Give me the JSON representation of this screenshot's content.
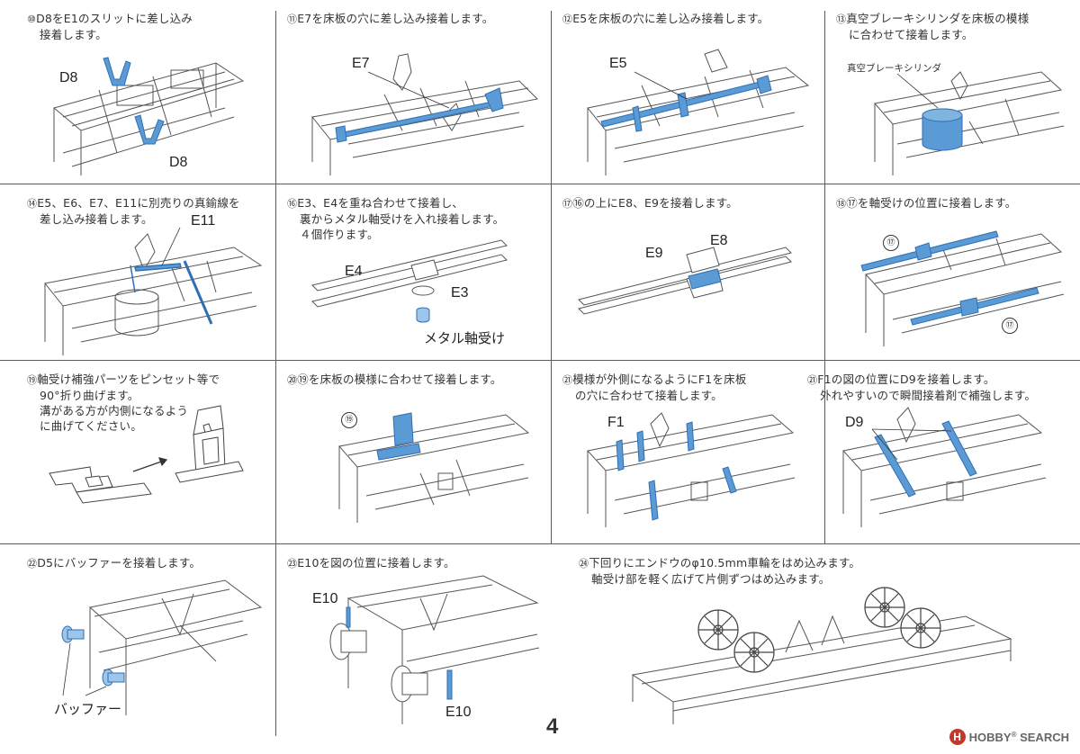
{
  "page_number": "4",
  "watermark": {
    "logo_letter": "H",
    "name": "HOBBY",
    "reg": "®",
    "suffix": "SEARCH"
  },
  "colors": {
    "part": "#5b9bd5",
    "line": "#555555"
  },
  "steps": [
    {
      "num": "⑩",
      "lines": [
        "D8をE1のスリットに差し込み",
        "接着します。"
      ],
      "labels": [
        "D8",
        "D8"
      ]
    },
    {
      "num": "⑪",
      "lines": [
        "E7を床板の穴に差し込み接着します。"
      ],
      "labels": [
        "E7"
      ]
    },
    {
      "num": "⑫",
      "lines": [
        "E5を床板の穴に差し込み接着します。"
      ],
      "labels": [
        "E5"
      ]
    },
    {
      "num": "⑬",
      "lines": [
        "真空ブレーキシリンダを床板の模様",
        "に合わせて接着します。"
      ],
      "labels": [
        "真空ブレーキシリンダ"
      ]
    },
    {
      "num": "⑭",
      "lines": [
        "E5、E6、E7、E11に別売りの真鍮線を",
        "差し込み接着します。"
      ],
      "labels": [
        "E11"
      ]
    },
    {
      "num": "⑯",
      "lines": [
        "E3、E4を重ね合わせて接着し、",
        "裏からメタル軸受けを入れ接着します。",
        "４個作ります。"
      ],
      "labels": [
        "E4",
        "E3",
        "メタル軸受け"
      ]
    },
    {
      "num": "⑰",
      "lines": [
        "⑯の上にE8、E9を接着します。"
      ],
      "labels": [
        "E9",
        "E8"
      ]
    },
    {
      "num": "⑱",
      "lines": [
        "⑰を軸受けの位置に接着します。"
      ],
      "labels": [
        "⑰",
        "⑰"
      ]
    },
    {
      "num": "⑲",
      "lines": [
        "軸受け補強パーツをピンセット等で",
        "90°折り曲げます。",
        "溝がある方が内側になるよう",
        "に曲げてください。"
      ],
      "labels": []
    },
    {
      "num": "⑳",
      "lines": [
        "⑲を床板の模様に合わせて接着します。"
      ],
      "labels": [
        "⑲"
      ]
    },
    {
      "num": "㉑",
      "lines": [
        "模様が外側になるようにF1を床板",
        "の穴に合わせて接着します。"
      ],
      "labels": [
        "F1"
      ]
    },
    {
      "num": "㉑",
      "lines": [
        "F1の図の位置にD9を接着します。",
        "外れやすいので瞬間接着剤で補強します。"
      ],
      "labels": [
        "D9"
      ]
    },
    {
      "num": "㉒",
      "lines": [
        "D5にバッファーを接着します。"
      ],
      "labels": [
        "バッファー"
      ]
    },
    {
      "num": "㉓",
      "lines": [
        "E10を図の位置に接着します。"
      ],
      "labels": [
        "E10",
        "E10"
      ]
    },
    {
      "num": "㉔",
      "lines": [
        "下回りにエンドウのφ10.5mm車輪をはめ込みます。",
        "軸受け部を軽く広げて片側ずつはめ込みます。"
      ],
      "labels": []
    }
  ]
}
